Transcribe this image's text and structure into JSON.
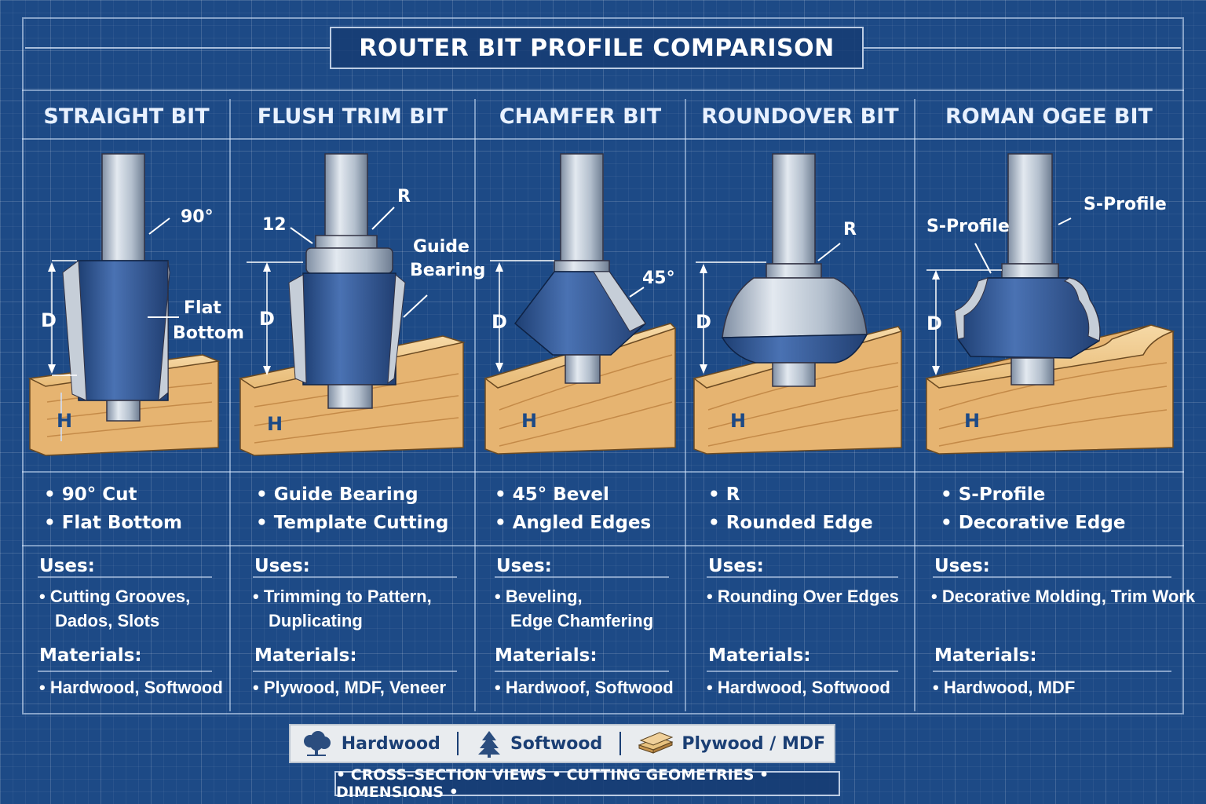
{
  "title": "ROUTER BIT PROFILE COMPARISON",
  "columns": [
    {
      "name": "STRAIGHT BIT",
      "features": [
        "90° Cut",
        "Flat Bottom"
      ],
      "annotations": {
        "angle": "90°",
        "callout_line1": "Flat",
        "callout_line2": "Bottom",
        "depth": "D",
        "height": "H"
      },
      "uses_label": "Uses:",
      "uses": [
        "Cutting Grooves,",
        "Dados, Slots"
      ],
      "materials_label": "Materials:",
      "materials": "Hardwood, Softwood"
    },
    {
      "name": "FLUSH TRIM BIT",
      "features": [
        "Guide Bearing",
        "Template Cutting"
      ],
      "annotations": {
        "radius": "R",
        "size": "12",
        "callout_line1": "Guide",
        "callout_line2": "Bearing",
        "depth": "D",
        "height": "H"
      },
      "uses_label": "Uses:",
      "uses": [
        "Trimming to Pattern,",
        "Duplicating"
      ],
      "materials_label": "Materials:",
      "materials": "Plywood, MDF, Veneer"
    },
    {
      "name": "CHAMFER BIT",
      "features": [
        "45° Bevel",
        "Angled Edges"
      ],
      "annotations": {
        "angle": "45°",
        "depth": "D",
        "height": "H"
      },
      "uses_label": "Uses:",
      "uses": [
        "Beveling,",
        "Edge Chamfering"
      ],
      "materials_label": "Materials:",
      "materials": "Hardwoof, Softwood"
    },
    {
      "name": "ROUNDOVER BIT",
      "features": [
        "R",
        "Rounded Edge"
      ],
      "annotations": {
        "radius": "R",
        "depth": "D",
        "height": "H"
      },
      "uses_label": "Uses:",
      "uses": [
        "Rounding Over Edges"
      ],
      "materials_label": "Materials:",
      "materials": "Hardwood, Softwood"
    },
    {
      "name": "ROMAN OGEE BIT",
      "features": [
        "S-Profile",
        "Decorative Edge"
      ],
      "annotations": {
        "profile_left": "S-Profile",
        "profile_right": "S-Profile",
        "depth": "D",
        "height": "H"
      },
      "uses_label": "Uses:",
      "uses": [
        "Decorative Molding, Trim Work"
      ],
      "materials_label": "Materials:",
      "materials": "Hardwood, MDF"
    }
  ],
  "legend": [
    {
      "label": "Hardwood",
      "icon": "tree-icon"
    },
    {
      "label": "Softwood",
      "icon": "pine-tree-icon"
    },
    {
      "label": "Plywood / MDF",
      "icon": "plywood-sheets-icon"
    }
  ],
  "footer": "• CROSS–SECTION VIEWS • CUTTING GEOMETRIES • DIMENSIONS •",
  "colors": {
    "blueprint": "#1d4a86",
    "bit_blue": "#2f5a9c",
    "steel": "#b9c3cf",
    "wood": "#e9bd7c"
  }
}
